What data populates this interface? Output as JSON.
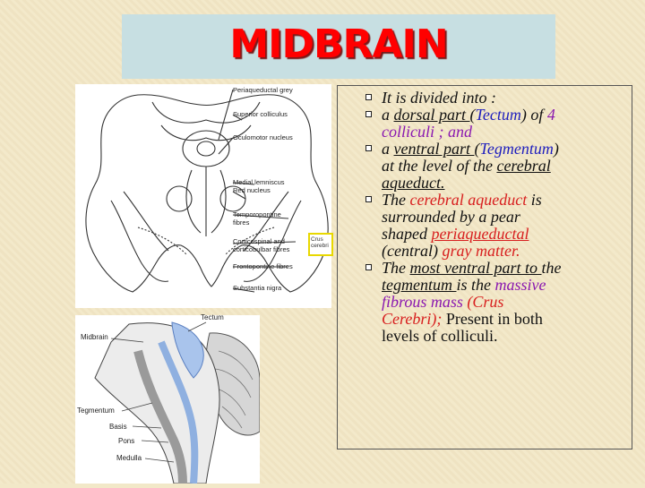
{
  "slide": {
    "title": "MIDBRAIN",
    "colors": {
      "title": "#ff0000",
      "title_bg": "#c7dfe2",
      "blue": "#1e1ebe",
      "purple": "#8a18b0",
      "red": "#d81f1f"
    }
  },
  "diagram_top": {
    "labels": [
      "Periaqueductal grey",
      "Superior colliculus",
      "Oculomotor nucleus",
      "Medial lemniscus",
      "Red nucleus",
      "Temporopontine",
      "fibres",
      "Corticospinal and",
      "corticobulbar fibres",
      "Frontopontine fibres",
      "Substantia nigra"
    ],
    "crus_label_1": "Crus",
    "crus_label_2": "cerebri"
  },
  "diagram_bottom": {
    "labels": [
      "Tectum",
      "Midbrain",
      "Tegmentum",
      "Basis",
      "Pons",
      "Medulla"
    ]
  },
  "bullets": {
    "b1": "It is divided into :",
    "b2": {
      "t1": "a ",
      "t2": "dorsal part ",
      "t3": "(",
      "t4": "Tectum",
      "t5": ") of ",
      "t6": "4",
      "t7": "colliculi ;   and"
    },
    "b3": {
      "t1": "a ",
      "t2": "ventral part ",
      "t3": "(",
      "t4": "Tegmentum",
      "t5": ")",
      "t6": "at the level of the ",
      "t7": "cerebral",
      "t8": "aqueduct."
    },
    "b4": {
      "t1": "The ",
      "t2": "cerebral aqueduct",
      "t3": " is",
      "t4": "surrounded by a pear",
      "t5": "shaped  ",
      "t6": "periaqueductal",
      "t7": "(central) ",
      "t8": "gray matter."
    },
    "b5": {
      "t1": "The ",
      "t2": "most ventral part to ",
      "t3": "the",
      "t4": "tegmentum ",
      "t5": "is the ",
      "t6": "massive",
      "t7": "fibrous mass",
      "t8": " (Crus",
      "t9": "Cerebri);",
      "t10": " Present in both",
      "t11": "levels of colliculi."
    }
  }
}
